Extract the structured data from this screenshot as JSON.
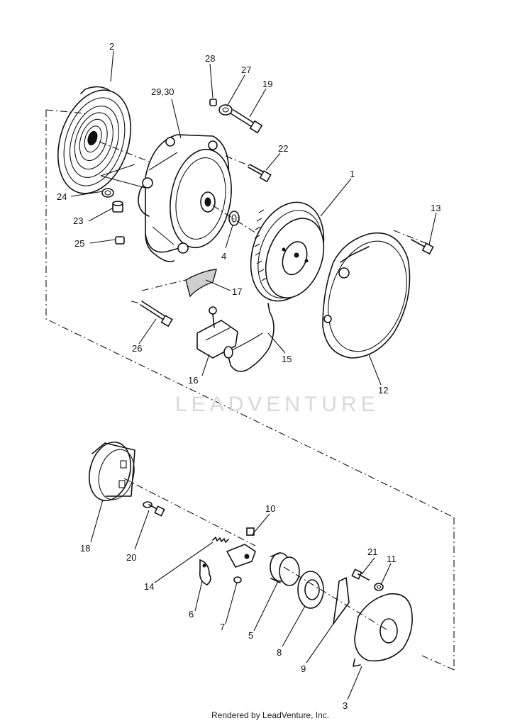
{
  "watermark": "LEADVENTURE",
  "footer": "Rendered by LeadVenture, Inc.",
  "callouts": {
    "p1": "1",
    "p2": "2",
    "p3": "3",
    "p4": "4",
    "p5": "5",
    "p6": "6",
    "p7": "7",
    "p8": "8",
    "p9": "9",
    "p10": "10",
    "p11": "11",
    "p12": "12",
    "p13": "13",
    "p14": "14",
    "p15": "15",
    "p16": "16",
    "p17": "17",
    "p18": "18",
    "p19": "19",
    "p20": "20",
    "p21": "21",
    "p22": "22",
    "p23": "23",
    "p24": "24",
    "p25": "25",
    "p26": "26",
    "p27": "27",
    "p28": "28",
    "p29_30": "29,30"
  }
}
